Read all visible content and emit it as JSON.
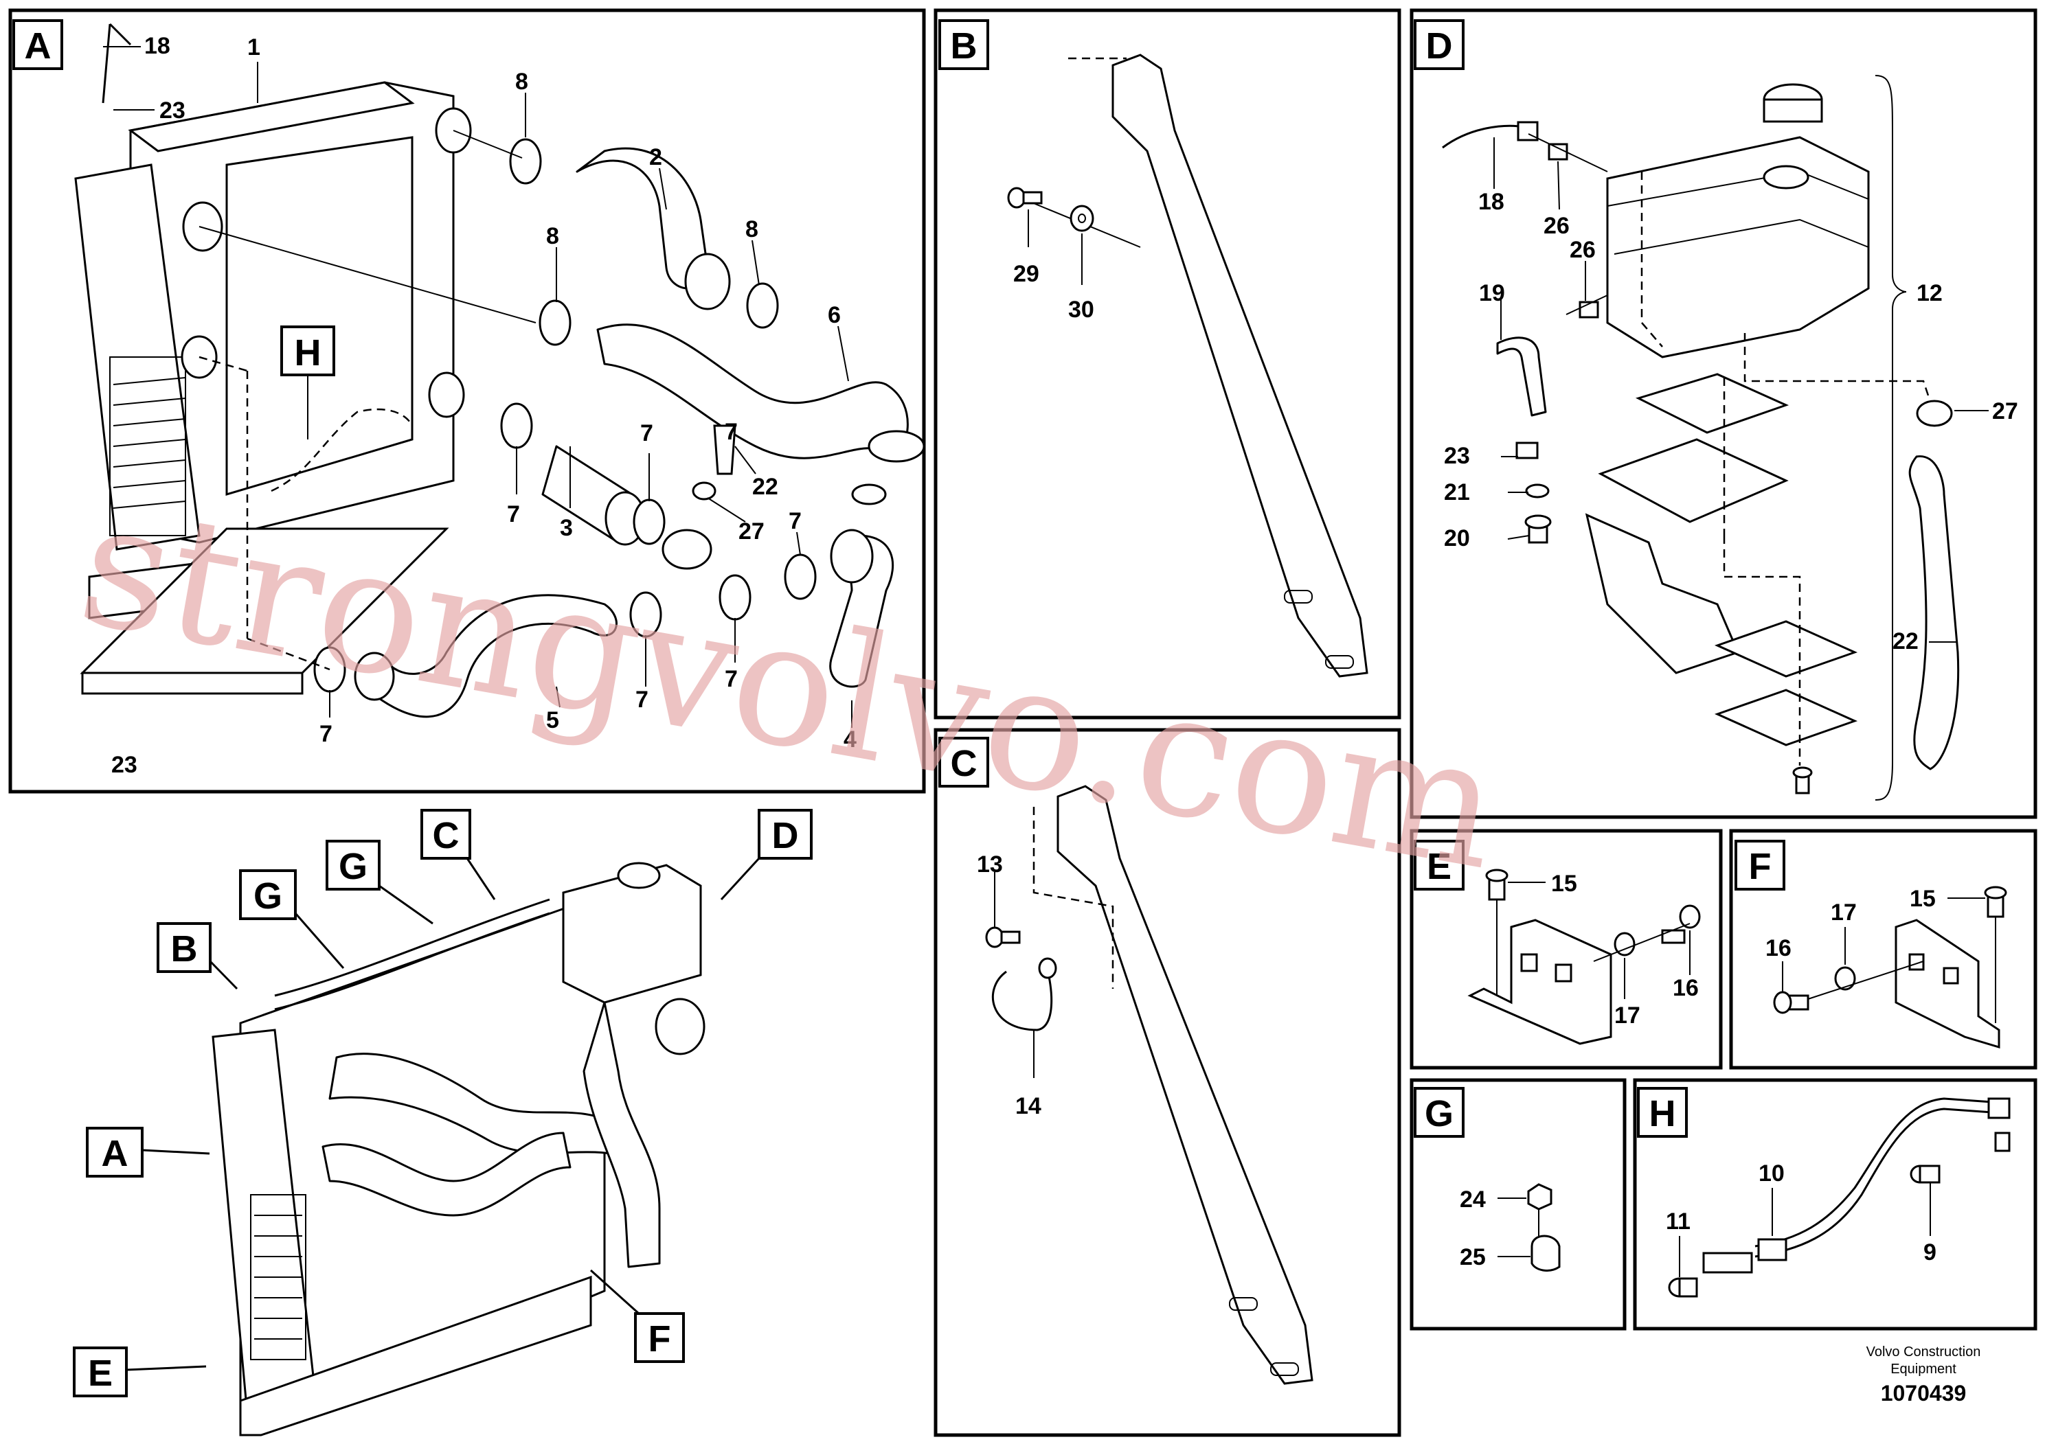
{
  "panels": {
    "A": {
      "letter": "A",
      "labels": [
        "18",
        "1",
        "23",
        "8",
        "2",
        "8",
        "8",
        "6",
        "H",
        "7",
        "7",
        "3",
        "7",
        "22",
        "27",
        "7",
        "7",
        "7",
        "5",
        "7",
        "4",
        "23"
      ]
    },
    "B": {
      "letter": "B",
      "labels": [
        "29",
        "30"
      ]
    },
    "C": {
      "letter": "C",
      "labels": [
        "13",
        "14"
      ]
    },
    "D": {
      "letter": "D",
      "labels": [
        "18",
        "26",
        "26",
        "19",
        "12",
        "27",
        "23",
        "21",
        "20",
        "22"
      ]
    },
    "E": {
      "letter": "E",
      "labels": [
        "15",
        "16",
        "17"
      ]
    },
    "F": {
      "letter": "F",
      "labels": [
        "15",
        "17",
        "16"
      ]
    },
    "G": {
      "letter": "G",
      "labels": [
        "24",
        "25"
      ]
    },
    "H": {
      "letter": "H",
      "labels": [
        "10",
        "11",
        "9"
      ]
    }
  },
  "overview": {
    "callouts": [
      "C",
      "D",
      "G",
      "G",
      "B",
      "A",
      "F",
      "E"
    ]
  },
  "footer": {
    "company_line1": "Volvo Construction",
    "company_line2": "Equipment",
    "drawing_number": "1070439"
  },
  "watermark": "strongvolvo.com"
}
